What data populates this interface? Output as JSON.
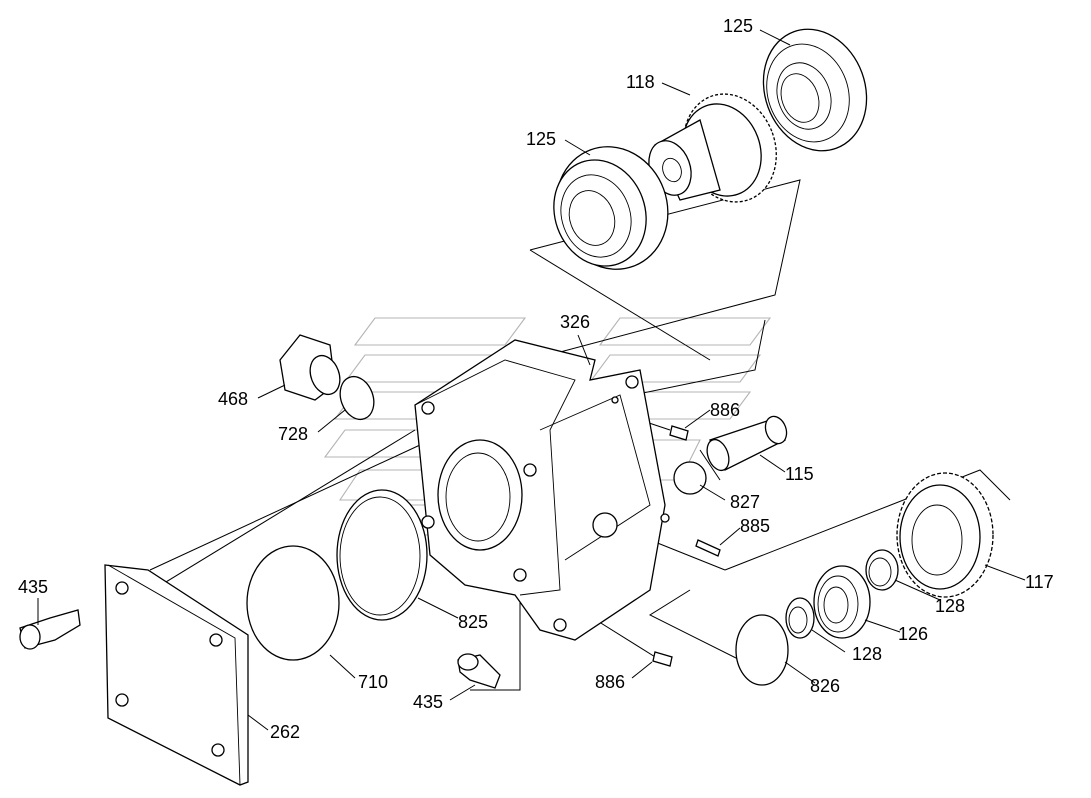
{
  "labels": {
    "l125a": "125",
    "l118": "118",
    "l125b": "125",
    "l326": "326",
    "l468": "468",
    "l728": "728",
    "l886a": "886",
    "l115": "115",
    "l827": "827",
    "l885": "885",
    "l117": "117",
    "l128a": "128",
    "l126": "126",
    "l128b": "128",
    "l826": "826",
    "l886b": "886",
    "l825": "825",
    "l710": "710",
    "l435a": "435",
    "l435b": "435",
    "l262": "262"
  }
}
